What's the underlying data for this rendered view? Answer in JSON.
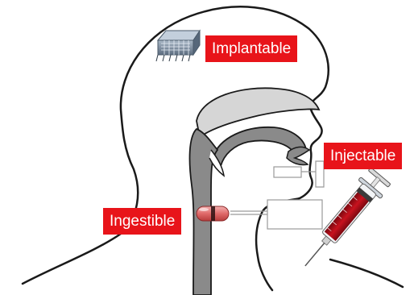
{
  "labels": {
    "implantable": "Implantable",
    "injectable": "Injectable",
    "ingestible": "Ingestible"
  },
  "colors": {
    "label_background": "#e8141a",
    "label_text": "#ffffff",
    "outline": "#1a1a1a",
    "anatomy_gray": "#8a8a8a",
    "anatomy_light": "#d6d6d6",
    "syringe_liquid": "#b0101a"
  },
  "icons": [
    "implant-chip-icon",
    "capsule-icon",
    "syringe-icon"
  ]
}
